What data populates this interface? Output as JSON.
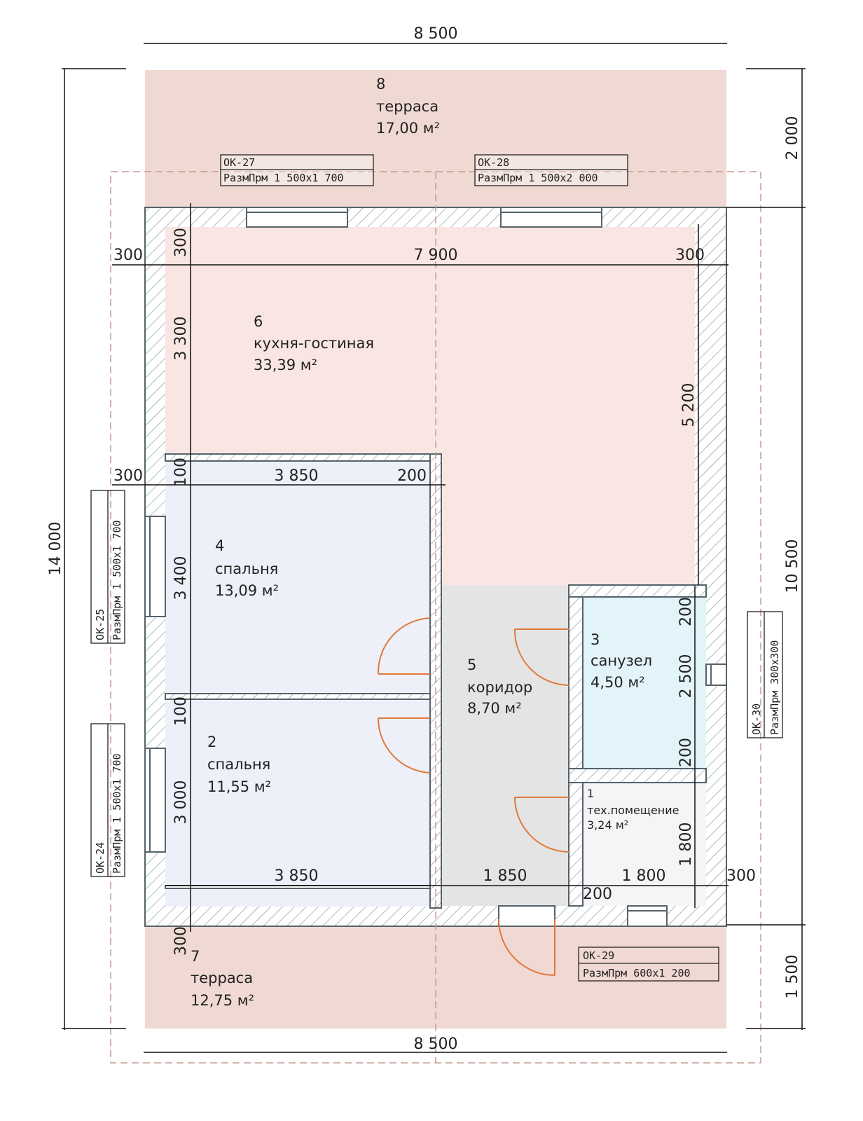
{
  "colors": {
    "terrace": "#efd9d2",
    "kitchen": "#f9e6e3",
    "bedroom": "#eef0f9",
    "corridor": "#e4e4e4",
    "bathroom": "#e3f3fa",
    "tech": "#f5f5f7",
    "wall_fill": "#ffffff",
    "wall_line": "#55636b",
    "door": "#e07a3c",
    "dim_line": "#111111"
  },
  "dimensions": {
    "top_total": "8 500",
    "bottom_total": "8 500",
    "left_total": "14 000",
    "right_top": "2 000",
    "right_middle": "10 500",
    "right_bottom": "1 500",
    "kitchen_width": "7 900",
    "wall_left_top": "300",
    "wall_right_top": "300",
    "wall_top_vertical": "300",
    "kitchen_height": "3 300",
    "kitchen_right_height": "5 200",
    "wall_left_mid": "300",
    "bedroom4_width": "3 850",
    "partition_4": "200",
    "partition_vert_4": "100",
    "bedroom4_height": "3 400",
    "partition_vert_2": "100",
    "bedroom2_height": "3 000",
    "bedroom2_width": "3 850",
    "corridor_width": "1 850",
    "tech_width": "1 800",
    "wall_right_bottom": "300",
    "partition_bottom": "200",
    "bath_top": "200",
    "bath_height": "2 500",
    "bath_bottom": "200",
    "tech_height": "1 800",
    "wall_bottom_vertical": "300"
  },
  "rooms": {
    "terrace_top": {
      "number": "8",
      "name": "терраса",
      "area": "17,00 м²"
    },
    "kitchen": {
      "number": "6",
      "name": "кухня-гостиная",
      "area": "33,39 м²"
    },
    "bedroom4": {
      "number": "4",
      "name": "спальня",
      "area": "13,09 м²"
    },
    "corridor": {
      "number": "5",
      "name": "коридор",
      "area": "8,70 м²"
    },
    "bathroom": {
      "number": "3",
      "name": "санузел",
      "area": "4,50 м²"
    },
    "bedroom2": {
      "number": "2",
      "name": "спальня",
      "area": "11,55 м²"
    },
    "tech": {
      "number": "1",
      "name": "тех.помещение",
      "area": "3,24 м²"
    },
    "terrace_bottom": {
      "number": "7",
      "name": "терраса",
      "area": "12,75 м²"
    }
  },
  "windows": {
    "ok27": {
      "mark": "ОК-27",
      "size": "РазмПрм  1 500х1 700"
    },
    "ok28": {
      "mark": "ОК-28",
      "size": "РазмПрм  1 500х2 000"
    },
    "ok25": {
      "mark": "ОК-25",
      "size": "РазмПрм  1 500х1 700"
    },
    "ok24": {
      "mark": "ОК-24",
      "size": "РазмПрм  1 500х1 700"
    },
    "ok30": {
      "mark": "ОК-30",
      "size": "РазмПрм  300х300"
    },
    "ok29": {
      "mark": "ОК-29",
      "size": "РазмПрм  600х1 200"
    }
  }
}
